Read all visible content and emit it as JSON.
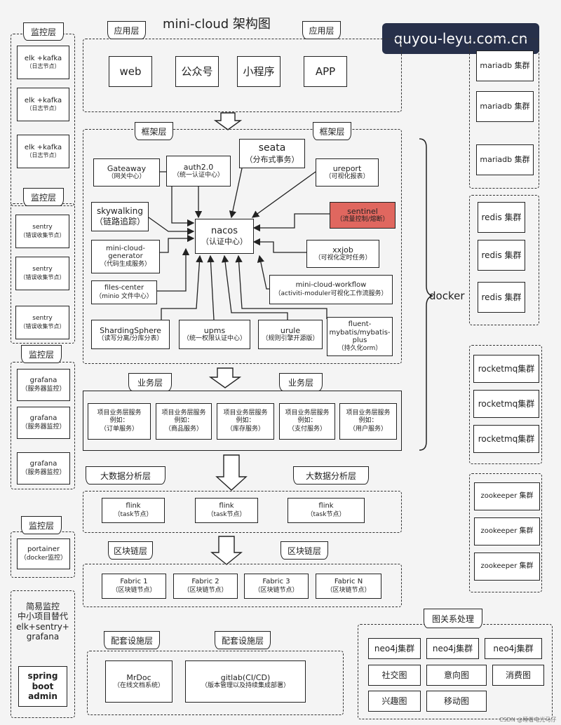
{
  "title": "mini-cloud 架构图",
  "watermark": "quyou-leyu.com.cn",
  "docker_label": "docker",
  "credit": "CSDN @睡着电光马仔",
  "left": {
    "monitor1": {
      "label": "监控层",
      "items": [
        {
          "name": "elk +kafka",
          "sub": "（日志节点）"
        },
        {
          "name": "elk +kafka",
          "sub": "（日志节点）"
        },
        {
          "name": "elk +kafka",
          "sub": "（日志节点）"
        }
      ]
    },
    "monitor2": {
      "label": "监控层",
      "items": [
        {
          "name": "sentry",
          "sub": "（错误收集节点）"
        },
        {
          "name": "sentry",
          "sub": "（错误收集节点）"
        },
        {
          "name": "sentry",
          "sub": "（错误收集节点）"
        }
      ]
    },
    "monitor3": {
      "label": "监控层",
      "items": [
        {
          "name": "grafana",
          "sub": "（服务器监控）"
        },
        {
          "name": "grafana",
          "sub": "（服务器监控）"
        },
        {
          "name": "grafana",
          "sub": "（服务器监控）"
        }
      ]
    },
    "monitor4": {
      "label": "监控层",
      "items": [
        {
          "name": "portainer",
          "sub": "（docker监控）"
        }
      ]
    },
    "simple": {
      "text": "简易监控\n中小项目替代\nelk+sentry+\ngrafana",
      "admin": "spring\nboot\nadmin"
    }
  },
  "app_layer": {
    "label": "应用层",
    "items": [
      "web",
      "公众号",
      "小程序",
      "APP"
    ]
  },
  "framework": {
    "label": "框架层",
    "nacos": {
      "name": "nacos",
      "sub": "（认证中心）"
    },
    "gateway": {
      "name": "Gateaway",
      "sub": "（网关中心）"
    },
    "auth": {
      "name": "auth2.0",
      "sub": "（统一认证中心）"
    },
    "seata": {
      "name": "seata",
      "sub": "（分布式事务）"
    },
    "ureport": {
      "name": "ureport",
      "sub": "（可视化报表）"
    },
    "skywalking": {
      "name": "skywalking",
      "sub": "（链路追踪）"
    },
    "sentinel": {
      "name": "sentinel",
      "sub": "（流量控制/熔断）"
    },
    "generator": {
      "name": "mini-cloud-\ngenerator",
      "sub": "（代码生成服务）"
    },
    "xxjob": {
      "name": "xxjob",
      "sub": "（可视化定时任务）"
    },
    "files": {
      "name": "files-center",
      "sub": "（minio 文件中心）"
    },
    "workflow": {
      "name": "mini-cloud-workflow",
      "sub": "（activiti-moduler可视化工作流服务）"
    },
    "sharding": {
      "name": "ShardingSphere",
      "sub": "（读写分离/分库分表）"
    },
    "upms": {
      "name": "upms",
      "sub": "（统一权限认证中心）"
    },
    "urule": {
      "name": "urule",
      "sub": "（规则引擎开源版）"
    },
    "mybatis": {
      "name": "fluent-\nmybatis/mybatis-\nplus",
      "sub": "（持久化orm）"
    }
  },
  "business": {
    "label": "业务层",
    "items": [
      {
        "name": "项目业务层服务",
        "ex": "例如：",
        "sub": "（订单服务）"
      },
      {
        "name": "项目业务层服务",
        "ex": "例如：",
        "sub": "（商品服务）"
      },
      {
        "name": "项目业务层服务",
        "ex": "例如：",
        "sub": "（库存服务）"
      },
      {
        "name": "项目业务层服务",
        "ex": "例如：",
        "sub": "（支付服务）"
      },
      {
        "name": "项目业务层服务",
        "ex": "例如：",
        "sub": "（用户服务）"
      }
    ]
  },
  "bigdata": {
    "label": "大数据分析层",
    "items": [
      {
        "name": "flink",
        "sub": "（task节点）"
      },
      {
        "name": "flink",
        "sub": "（task节点）"
      },
      {
        "name": "flink",
        "sub": "（task节点）"
      }
    ]
  },
  "blockchain": {
    "label": "区块链层",
    "items": [
      {
        "name": "Fabric 1",
        "sub": "（区块链节点）"
      },
      {
        "name": "Fabric 2",
        "sub": "（区块链节点）"
      },
      {
        "name": "Fabric 3",
        "sub": "（区块链节点）"
      },
      {
        "name": "Fabric N",
        "sub": "（区块链节点）"
      }
    ]
  },
  "support": {
    "label": "配套设施层",
    "items": [
      {
        "name": "MrDoc",
        "sub": "（在线文档系统）"
      },
      {
        "name": "gitlab(CI/CD)",
        "sub": "（版本管理以及持续集成部署）"
      }
    ]
  },
  "right": {
    "mariadb": [
      "mariadb 集群",
      "mariadb 集群",
      "mariadb 集群"
    ],
    "redis": [
      "redis 集群",
      "redis 集群",
      "redis 集群"
    ],
    "rocketmq": [
      "rocketmq集群",
      "rocketmq集群",
      "rocketmq集群"
    ],
    "zookeeper": [
      "zookeeper 集群",
      "zookeeper 集群",
      "zookeeper 集群"
    ]
  },
  "graph": {
    "label": "图关系处理",
    "items": [
      "neo4j集群",
      "neo4j集群",
      "neo4j集群",
      "社交图",
      "意向图",
      "消费图",
      "兴趣图",
      "移动图"
    ]
  }
}
